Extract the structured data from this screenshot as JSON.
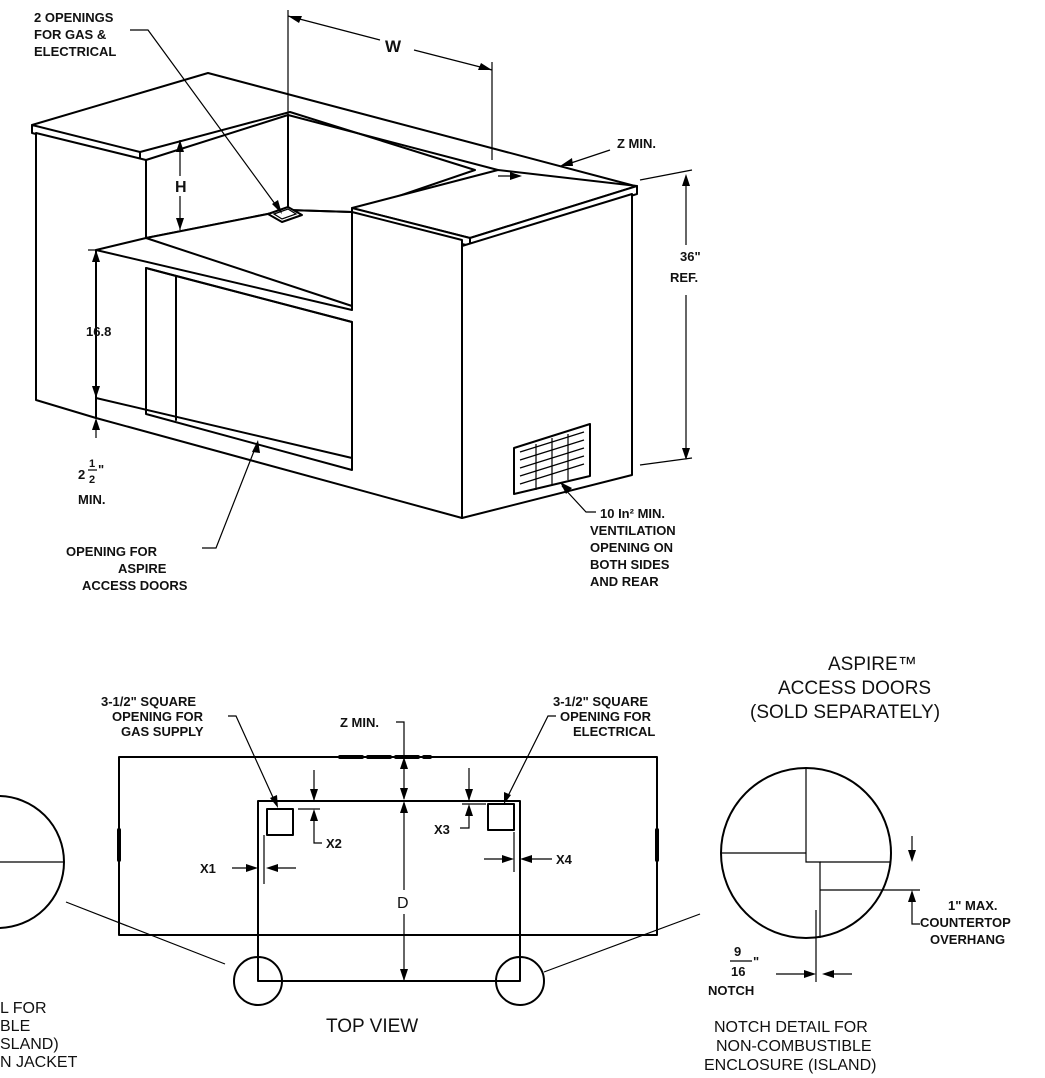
{
  "iso": {
    "openings_gas_electrical": [
      "2 OPENINGS",
      "FOR GAS &",
      "ELECTRICAL"
    ],
    "dim_w": "W",
    "dim_z_min": "Z MIN.",
    "dim_h": "H",
    "dim_36": "36\"",
    "dim_ref": "REF.",
    "dim_16_8": "16.8",
    "dim_2_half_whole": "2",
    "dim_2_half_num": "1",
    "dim_2_half_den": "2",
    "dim_2_half_inch": "\"",
    "dim_min": "MIN.",
    "opening_access_doors": [
      "OPENING FOR",
      "ASPIRE",
      "ACCESS DOORS"
    ],
    "ventilation": [
      "10 In² MIN.",
      "VENTILATION",
      "OPENING ON",
      "BOTH SIDES",
      "AND REAR"
    ]
  },
  "top_view": {
    "gas_supply": [
      "3-1/2\" SQUARE",
      "OPENING FOR",
      "GAS SUPPLY"
    ],
    "electrical": [
      "3-1/2\" SQUARE",
      "OPENING FOR",
      "ELECTRICAL"
    ],
    "z_min": "Z MIN.",
    "x1": "X1",
    "x2": "X2",
    "x3": "X3",
    "x4": "X4",
    "d": "D",
    "caption": "TOP VIEW"
  },
  "access_doors_note": [
    "ASPIRE™",
    "ACCESS DOORS",
    "(SOLD SEPARATELY)"
  ],
  "left_detail_fragment": [
    "L FOR",
    "BLE",
    "SLAND)",
    "N JACKET"
  ],
  "notch_detail": {
    "overhang": [
      "1\" MAX.",
      "COUNTERTOP",
      "OVERHANG"
    ],
    "notch_num": "9",
    "notch_den": "16",
    "notch_inch": "\"",
    "notch": "NOTCH",
    "caption": [
      "NOTCH DETAIL FOR",
      "NON-COMBUSTIBLE",
      "ENCLOSURE (ISLAND)"
    ]
  }
}
